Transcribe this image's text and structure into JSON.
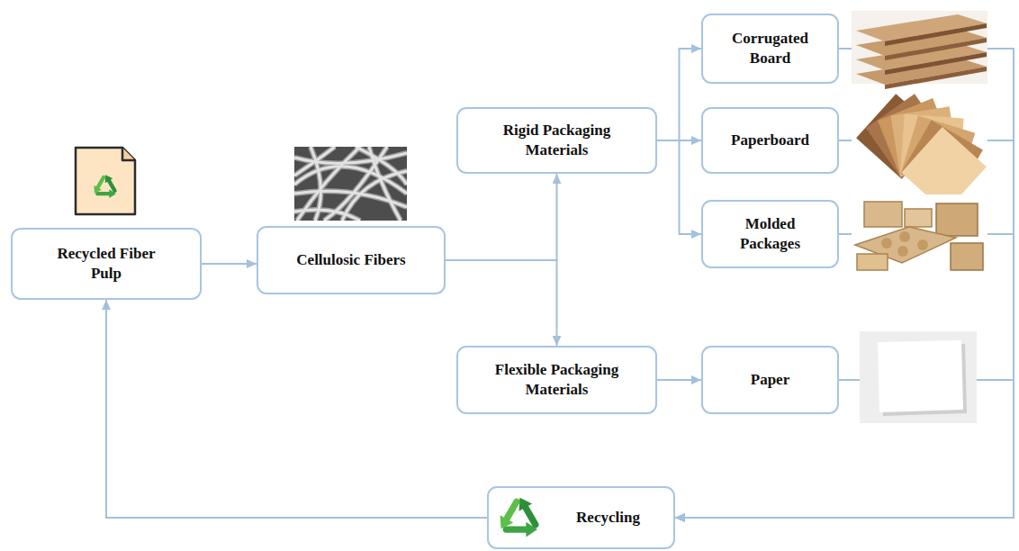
{
  "diagram": {
    "nodes": [
      {
        "text": [
          "Recycled Fiber Pulp"
        ]
      },
      {
        "text": [
          "Cellulosic Fibers"
        ]
      },
      {
        "text": [
          "Rigid Packaging Materials"
        ]
      },
      {
        "text": [
          "Corrugated Board"
        ]
      },
      {
        "text": [
          "Paperboard"
        ]
      },
      {
        "text": [
          "Molded Packages"
        ]
      },
      {
        "text": [
          "Flexible Packaging Materials"
        ]
      },
      {
        "text": [
          "Paper"
        ]
      },
      {
        "text": [
          "Recycling"
        ]
      }
    ],
    "edges": [
      {
        "from": 0,
        "to": 1,
        "arrow": "to"
      },
      {
        "from": 1,
        "to": 2,
        "arrow": "to"
      },
      {
        "from": 1,
        "to": 6,
        "arrow": "to"
      },
      {
        "from": 2,
        "to": 3,
        "arrow": "to"
      },
      {
        "from": 2,
        "to": 4,
        "arrow": "to"
      },
      {
        "from": 2,
        "to": 5,
        "arrow": "to"
      },
      {
        "from": 6,
        "to": 7,
        "arrow": "to"
      },
      {
        "from": 3,
        "to": 8,
        "arrow": "to"
      },
      {
        "from": 4,
        "to": 8,
        "arrow": "to"
      },
      {
        "from": 5,
        "to": 8,
        "arrow": "to"
      },
      {
        "from": 7,
        "to": 8,
        "arrow": "to"
      },
      {
        "from": 8,
        "to": 0,
        "arrow": "to"
      }
    ]
  }
}
